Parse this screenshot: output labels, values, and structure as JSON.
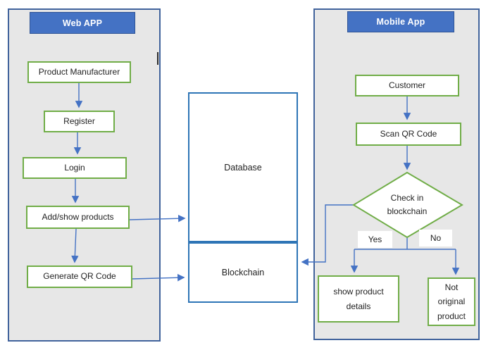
{
  "colors": {
    "panel_fill": "#e7e7e7",
    "panel_border": "#41639c",
    "header_fill": "#4472c4",
    "header_border": "#2f5496",
    "node_border": "#70ad47",
    "mid_box_border": "#2e75b6",
    "connector": "#4472c4",
    "text": "#1f1f1f"
  },
  "web_app_panel": {
    "title": "Web APP",
    "nodes": [
      {
        "label": "Product Manufacturer"
      },
      {
        "label": "Register"
      },
      {
        "label": "Login"
      },
      {
        "label": "Add/show products"
      },
      {
        "label": "Generate QR Code"
      }
    ]
  },
  "middle": {
    "database_label": "Database",
    "blockchain_label": "Blockchain"
  },
  "mobile_app_panel": {
    "title": "Mobile App",
    "nodes": [
      {
        "label": "Customer"
      },
      {
        "label": "Scan QR Code"
      }
    ],
    "decision_label": "Check in blockchain",
    "branch_labels": {
      "yes": "Yes",
      "no": "No"
    },
    "outcomes": [
      {
        "label": "show product details"
      },
      {
        "label": "Not original product"
      }
    ]
  }
}
